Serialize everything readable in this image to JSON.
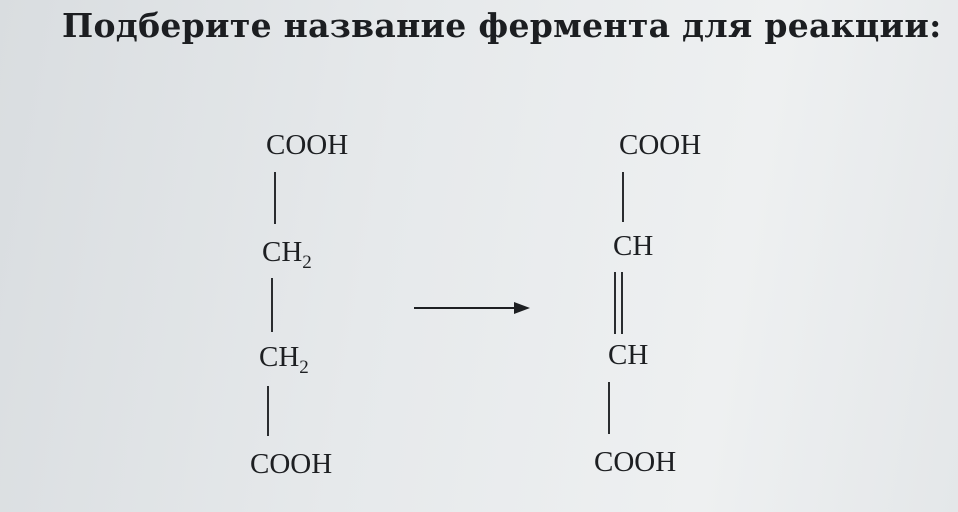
{
  "title": "Подберите название фермента для реакции:",
  "substrate": {
    "top": "COOH",
    "c2_main": "CH",
    "c2_sub": "2",
    "c3_main": "CH",
    "c3_sub": "2",
    "bottom": "COOH"
  },
  "product": {
    "top": "COOH",
    "c2": "CH",
    "c3": "CH",
    "bottom": "COOH"
  }
}
